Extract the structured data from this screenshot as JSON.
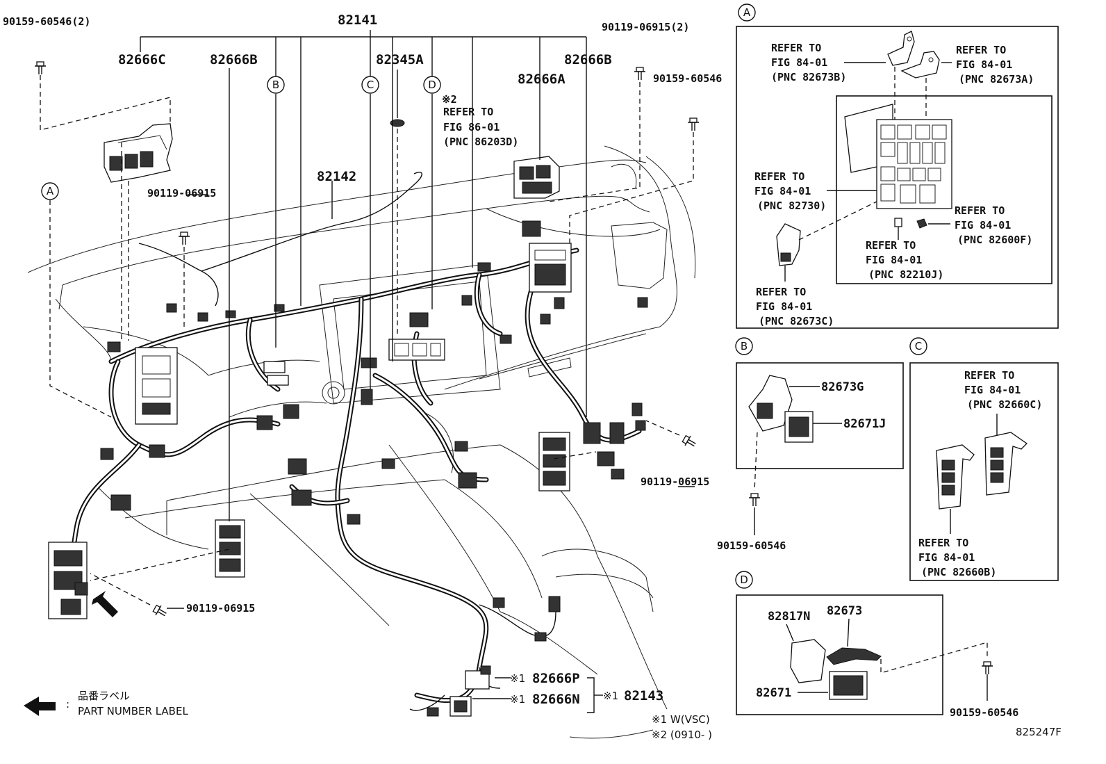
{
  "labels": {
    "p90159_60546_2": "90159-60546(2)",
    "p82141": "82141",
    "p90119_06915_2": "90119-06915(2)",
    "p82666C": "82666C",
    "p82666B_left": "82666B",
    "p82345A": "82345A",
    "p82666B_right": "82666B",
    "p90159_60546_top": "90159-60546",
    "p82666A": "82666A",
    "p82142": "82142",
    "p90119_06915_mid": "90119-06915",
    "p90119_06915_right": "90119-06915",
    "p90119_06915_bottom": "90119-06915",
    "p82666P": "82666P",
    "p82666N": "82666N",
    "p82143": "82143"
  },
  "mark1": "※1",
  "mark2": "※2",
  "refer_fig86": [
    "REFER TO",
    "FIG 86-01",
    "(PNC 86203D)"
  ],
  "callouts": {
    "A": "A",
    "B": "B",
    "C": "C",
    "D": "D"
  },
  "inset_a": {
    "ref_82673B": [
      "REFER TO",
      "FIG 84-01",
      "(PNC 82673B)"
    ],
    "ref_82673A": [
      "REFER TO",
      "FIG 84-01",
      "(PNC 82673A)"
    ],
    "ref_82730": [
      "REFER TO",
      "FIG 84-01",
      "(PNC 82730)"
    ],
    "ref_82600F": [
      "REFER TO",
      "FIG 84-01",
      "(PNC 82600F)"
    ],
    "ref_82210J": [
      "REFER TO",
      "FIG 84-01",
      "(PNC 82210J)"
    ],
    "ref_82673C": [
      "REFER TO",
      "FIG 84-01",
      "(PNC 82673C)"
    ]
  },
  "inset_b": {
    "p82673G": "82673G",
    "p82671J": "82671J",
    "bolt": "90159-60546"
  },
  "inset_c": {
    "ref_82660C": [
      "REFER TO",
      "FIG 84-01",
      "(PNC 82660C)"
    ],
    "ref_82660B": [
      "REFER TO",
      "FIG 84-01",
      "(PNC 82660B)"
    ]
  },
  "inset_d": {
    "p82817N": "82817N",
    "p82673": "82673",
    "p82671": "82671",
    "bolt": "90159-60546"
  },
  "legend": {
    "jp": "品番ラベル",
    "colon": ":",
    "en": "PART NUMBER LABEL"
  },
  "notes": {
    "n1": "※1 W(VSC)",
    "n2": "※2 (0910-     )"
  },
  "figure_id": "825247F"
}
